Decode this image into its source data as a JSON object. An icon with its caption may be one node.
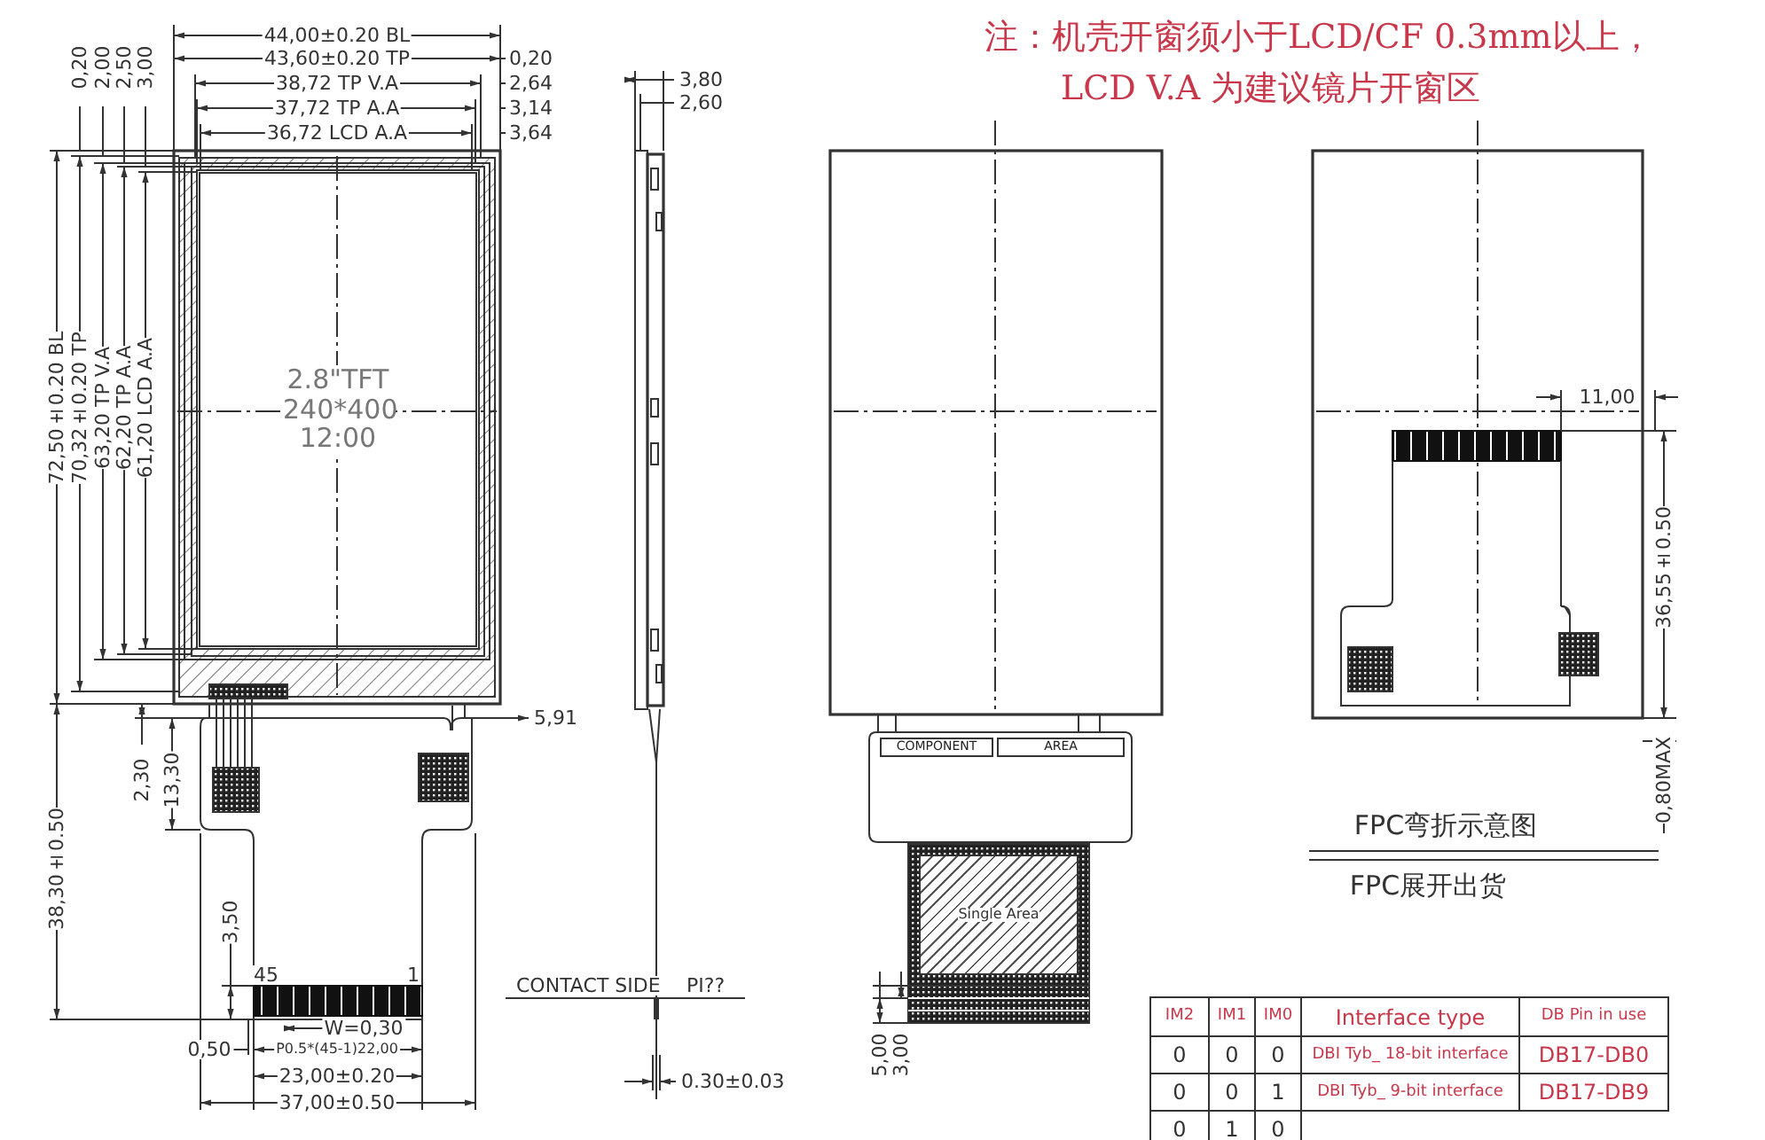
{
  "diagram": {
    "nodes": [
      {
        "text": [
          "2.8\"TFT 240*400 12:00"
        ]
      },
      {
        "text": [
          "Single Area"
        ]
      },
      {
        "text": [
          "COMPONENT"
        ]
      },
      {
        "text": [
          "AREA"
        ]
      }
    ],
    "labels": [
      "注：机壳开窗须小于LCD/CF 0.3mm以上，",
      "LCD V.A 为建议镜片开窗区",
      "44,00±0.20 BL",
      "43,60±0.20 TP",
      "0,20",
      "38,72 TP V.A",
      "2,64",
      "37,72 TP A.A",
      "3,14",
      "36,72 LCD A.A",
      "3,64",
      "0,20",
      "2,00",
      "2,50",
      "3,00",
      "72,50±0.20 BL",
      "70,32±0.20 TP",
      "63,20 TP V.A",
      "62,20 TP A.A",
      "61,20 LCD A.A",
      "3,80",
      "2,60",
      "11,00",
      "36,55±0.50",
      "5,91",
      "2,30",
      "13,30",
      "38,30±0.50",
      "0,80MAX",
      "FPC弯折示意图",
      "FPC展开出货",
      "3,50",
      "45",
      "1",
      "CONTACT SIDE",
      "PI??",
      "W=0,30",
      "0,50",
      "P0.5*(45-1)22,00",
      "23,00±0.20",
      "5,00",
      "3,00",
      "37,00±0.50",
      "0.30±0.03",
      "IM2",
      "IM1",
      "IM0",
      "Interface type",
      "DB Pin in use",
      "0",
      "0",
      "0",
      "DBI Tyb_ 18-bit interface",
      "DB17-DB0",
      "0",
      "0",
      "1",
      "DBI Tyb_ 9-bit interface",
      "DB17-DB9",
      "0",
      "1",
      "0"
    ]
  }
}
